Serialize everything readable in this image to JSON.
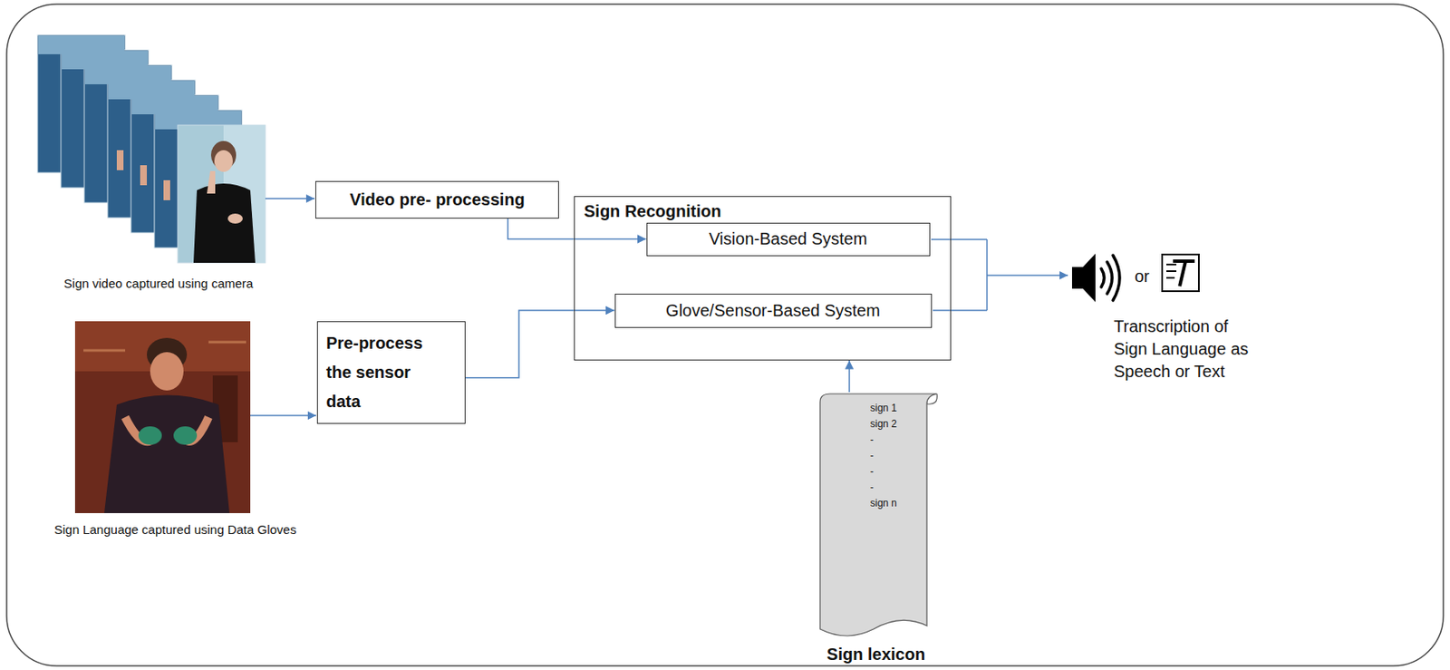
{
  "diagram": {
    "nodes": [
      {
        "text": [
          "Video pre- processing"
        ]
      },
      {
        "text": [
          "Pre-process the sensor data"
        ]
      },
      {
        "text": [
          "Sign Recognition"
        ]
      },
      {
        "text": [
          "Vision-Based System"
        ],
        "in": 2
      },
      {
        "text": [
          "Glove/Sensor-Based System"
        ],
        "in": 2
      },
      {
        "text": [
          "sign 1",
          "sign 2",
          "-",
          "-",
          "-",
          "-",
          "sign n",
          "Sign lexicon"
        ]
      }
    ],
    "edges": [
      {
        "from": 0,
        "to": 3,
        "arrow": "to"
      },
      {
        "from": 1,
        "to": 4,
        "arrow": "to"
      },
      {
        "from": 5,
        "to": 2,
        "arrow": "to"
      }
    ],
    "labels": [
      "Sign video captured using camera",
      "Sign Language captured using Data Gloves",
      "or",
      "Transcription of Sign Language as Speech or Text"
    ]
  }
}
